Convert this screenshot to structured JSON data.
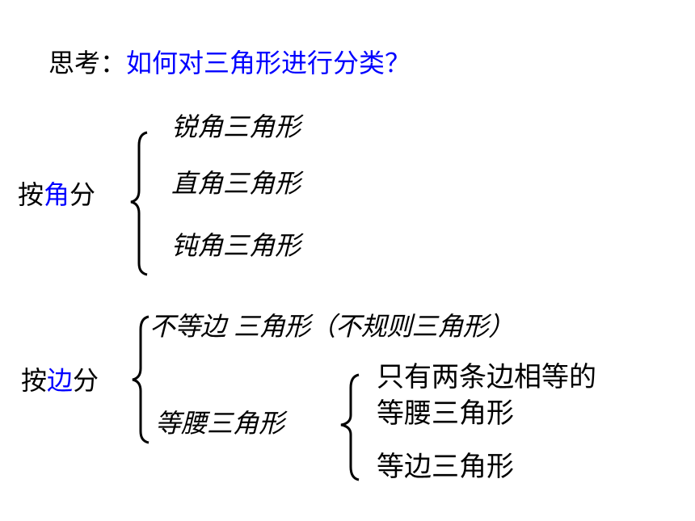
{
  "title": {
    "prefix": "思考：",
    "question": "如何对三角形进行分类？"
  },
  "by_angle": {
    "label_pre": "按",
    "label_key": "角",
    "label_post": "分",
    "items": [
      "锐角三角形",
      "直角三角形",
      "钝角三角形"
    ]
  },
  "by_side": {
    "label_pre": "按",
    "label_key": "边",
    "label_post": "分",
    "scalene": "不等边 三角形（不规则三角形）",
    "isosceles": "等腰三角形",
    "isosceles_sub": {
      "two_equal_line1": "只有两条边相等的",
      "two_equal_line2": "等腰三角形",
      "equilateral": "等边三角形"
    }
  },
  "colors": {
    "text": "#000000",
    "accent": "#0000ff",
    "background": "#ffffff"
  }
}
